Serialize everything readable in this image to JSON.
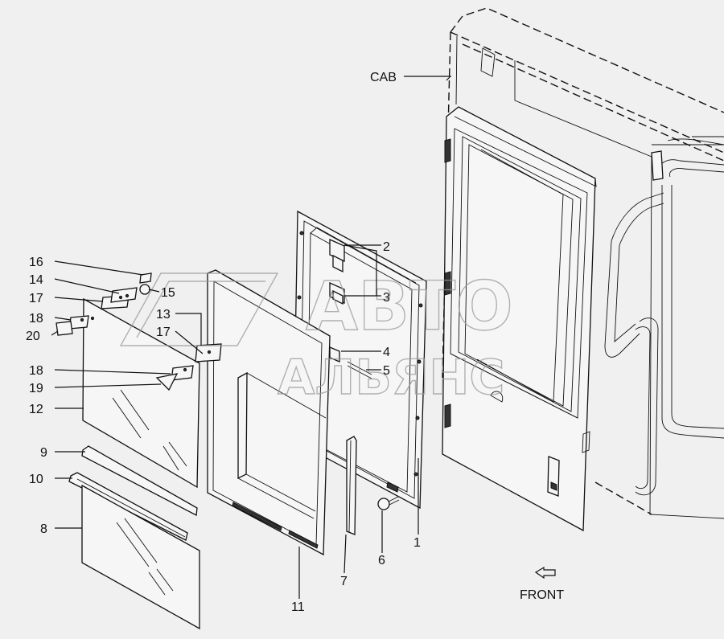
{
  "diagram": {
    "labels": {
      "cab": "CAB",
      "front": "FRONT",
      "p1": "1",
      "p2": "2",
      "p3": "3",
      "p4": "4",
      "p5": "5",
      "p6": "6",
      "p7": "7",
      "p8": "8",
      "p9": "9",
      "p10": "10",
      "p11": "11",
      "p12": "12",
      "p13": "13",
      "p14": "14",
      "p15": "15",
      "p16": "16",
      "p17a": "17",
      "p17b": "17",
      "p18a": "18",
      "p18b": "18",
      "p19": "19",
      "p20": "20"
    },
    "watermark": {
      "line1": "АВТО",
      "line2": "АЛЬЯНС"
    }
  }
}
